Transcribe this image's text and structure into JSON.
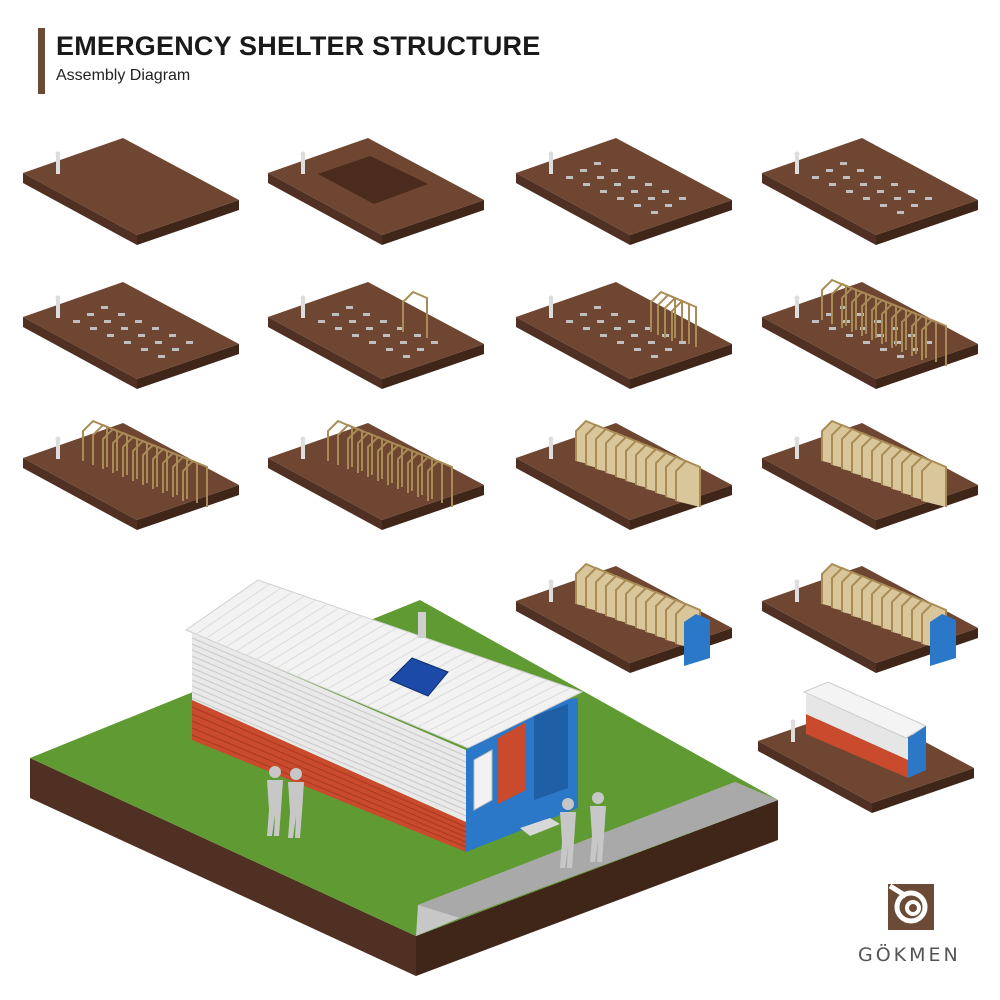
{
  "header": {
    "title": "EMERGENCY SHELTER STRUCTURE",
    "subtitle": "Assembly Diagram"
  },
  "steps": [
    {
      "stage": 1,
      "content": "site"
    },
    {
      "stage": 2,
      "content": "excavation"
    },
    {
      "stage": 3,
      "content": "footings"
    },
    {
      "stage": 4,
      "content": "footings"
    },
    {
      "stage": 5,
      "content": "footings"
    },
    {
      "stage": 6,
      "content": "first-frame"
    },
    {
      "stage": 7,
      "content": "frames"
    },
    {
      "stage": 8,
      "content": "frames"
    },
    {
      "stage": 9,
      "content": "frames-floor"
    },
    {
      "stage": 10,
      "content": "frames-floor"
    },
    {
      "stage": 11,
      "content": "frames-walls"
    },
    {
      "stage": 12,
      "content": "frames-walls"
    },
    {
      "stage": 13,
      "content": "end-wall"
    },
    {
      "stage": 14,
      "content": "roof-battens"
    },
    {
      "stage": 15,
      "content": "clad-shelter"
    }
  ],
  "final_view": {
    "content": "assembled-shelter",
    "people_count": 4
  },
  "brand": {
    "name": "GÖKMEN",
    "icon": "spiral-logo-icon"
  },
  "colors": {
    "soil_top": "#6e4632",
    "soil_side": "#4f3022",
    "grass": "#5f9a32",
    "timber": "#d9c69a",
    "end_wall": "#2b78c8",
    "wall_red": "#c94a2c",
    "cladding": "#e6e6e6",
    "accent_bar": "#6b4a36"
  }
}
